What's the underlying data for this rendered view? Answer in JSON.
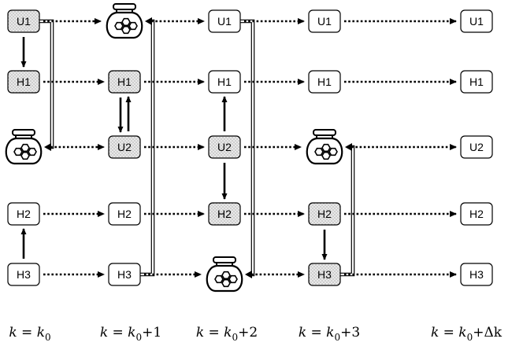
{
  "nodes": [
    {
      "id": "c0-U1",
      "label": "U1",
      "col": 0,
      "row": 0,
      "kind": "shaded"
    },
    {
      "id": "c0-H1",
      "label": "H1",
      "col": 0,
      "row": 1,
      "kind": "shaded"
    },
    {
      "id": "c0-pot",
      "label": "",
      "col": 0,
      "row": 2,
      "kind": "pot"
    },
    {
      "id": "c0-H2",
      "label": "H2",
      "col": 0,
      "row": 3,
      "kind": "plain"
    },
    {
      "id": "c0-H3",
      "label": "H3",
      "col": 0,
      "row": 4,
      "kind": "plain"
    },
    {
      "id": "c1-pot",
      "label": "",
      "col": 1,
      "row": 0,
      "kind": "pot"
    },
    {
      "id": "c1-H1",
      "label": "H1",
      "col": 1,
      "row": 1,
      "kind": "shaded"
    },
    {
      "id": "c1-U2",
      "label": "U2",
      "col": 1,
      "row": 2,
      "kind": "shaded"
    },
    {
      "id": "c1-H2",
      "label": "H2",
      "col": 1,
      "row": 3,
      "kind": "plain"
    },
    {
      "id": "c1-H3",
      "label": "H3",
      "col": 1,
      "row": 4,
      "kind": "plain"
    },
    {
      "id": "c2-U1",
      "label": "U1",
      "col": 2,
      "row": 0,
      "kind": "plain"
    },
    {
      "id": "c2-H1",
      "label": "H1",
      "col": 2,
      "row": 1,
      "kind": "plain"
    },
    {
      "id": "c2-U2",
      "label": "U2",
      "col": 2,
      "row": 2,
      "kind": "shaded"
    },
    {
      "id": "c2-H2",
      "label": "H2",
      "col": 2,
      "row": 3,
      "kind": "shaded"
    },
    {
      "id": "c2-pot",
      "label": "",
      "col": 2,
      "row": 4,
      "kind": "pot"
    },
    {
      "id": "c3-U1",
      "label": "U1",
      "col": 3,
      "row": 0,
      "kind": "plain"
    },
    {
      "id": "c3-H1",
      "label": "H1",
      "col": 3,
      "row": 1,
      "kind": "plain"
    },
    {
      "id": "c3-pot",
      "label": "",
      "col": 3,
      "row": 2,
      "kind": "pot"
    },
    {
      "id": "c3-H2",
      "label": "H2",
      "col": 3,
      "row": 3,
      "kind": "shaded"
    },
    {
      "id": "c3-H3",
      "label": "H3",
      "col": 3,
      "row": 4,
      "kind": "shaded"
    },
    {
      "id": "c4-U1",
      "label": "U1",
      "col": 4,
      "row": 0,
      "kind": "plain"
    },
    {
      "id": "c4-H1",
      "label": "H1",
      "col": 4,
      "row": 1,
      "kind": "plain"
    },
    {
      "id": "c4-U2",
      "label": "U2",
      "col": 4,
      "row": 2,
      "kind": "plain"
    },
    {
      "id": "c4-H2",
      "label": "H2",
      "col": 4,
      "row": 3,
      "kind": "plain"
    },
    {
      "id": "c4-H3",
      "label": "H3",
      "col": 4,
      "row": 4,
      "kind": "plain"
    }
  ],
  "dotted_links": [
    {
      "from": "c0-U1",
      "to": "c1-pot"
    },
    {
      "from": "c0-H1",
      "to": "c1-H1"
    },
    {
      "from": "c0-pot",
      "to": "c1-U2"
    },
    {
      "from": "c0-H2",
      "to": "c1-H2"
    },
    {
      "from": "c0-H3",
      "to": "c1-H3"
    },
    {
      "from": "c1-pot",
      "to": "c2-U1"
    },
    {
      "from": "c1-H1",
      "to": "c2-H1"
    },
    {
      "from": "c1-U2",
      "to": "c2-U2"
    },
    {
      "from": "c1-H2",
      "to": "c2-H2"
    },
    {
      "from": "c1-H3",
      "to": "c2-pot"
    },
    {
      "from": "c2-U1",
      "to": "c3-U1"
    },
    {
      "from": "c2-H1",
      "to": "c3-H1"
    },
    {
      "from": "c2-U2",
      "to": "c3-pot"
    },
    {
      "from": "c2-H2",
      "to": "c3-H2"
    },
    {
      "from": "c2-pot",
      "to": "c3-H3"
    },
    {
      "from": "c3-U1",
      "to": "c4-U1"
    },
    {
      "from": "c3-H1",
      "to": "c4-H1"
    },
    {
      "from": "c3-pot",
      "to": "c4-U2"
    },
    {
      "from": "c3-H2",
      "to": "c4-H2"
    },
    {
      "from": "c3-H3",
      "to": "c4-H3"
    }
  ],
  "solid_links": [
    {
      "from": "c0-U1",
      "to": "c0-H1"
    },
    {
      "from": "c0-H3",
      "to": "c0-H2"
    },
    {
      "from": "c1-H1",
      "to": "c1-U2"
    },
    {
      "from": "c1-U2",
      "to": "c1-H1"
    },
    {
      "from": "c2-U2",
      "to": "c2-H1"
    },
    {
      "from": "c2-U2",
      "to": "c2-H2"
    },
    {
      "from": "c3-H2",
      "to": "c3-H3"
    }
  ],
  "double_links": [
    {
      "from": "c0-U1",
      "to": "c0-pot"
    },
    {
      "from": "c1-H3",
      "to": "c1-pot"
    },
    {
      "from": "c2-U1",
      "to": "c2-pot"
    },
    {
      "from": "c3-H3",
      "to": "c3-pot"
    }
  ],
  "time_labels": [
    {
      "col": 0,
      "pre": "k = k",
      "sub": "0",
      "post": ""
    },
    {
      "col": 1,
      "pre": "k = k",
      "sub": "0",
      "post": "+1"
    },
    {
      "col": 2,
      "pre": "k = k",
      "sub": "0",
      "post": "+2"
    },
    {
      "col": 3,
      "pre": "k = k",
      "sub": "0",
      "post": "+3"
    },
    {
      "col": 4,
      "pre": "k = k",
      "sub": "0",
      "post": "+Δk"
    }
  ],
  "colors": {
    "shaded_fill": "#e6e6e6",
    "stroke": "#000000"
  },
  "icons": {
    "pot": "honeypot-icon"
  }
}
